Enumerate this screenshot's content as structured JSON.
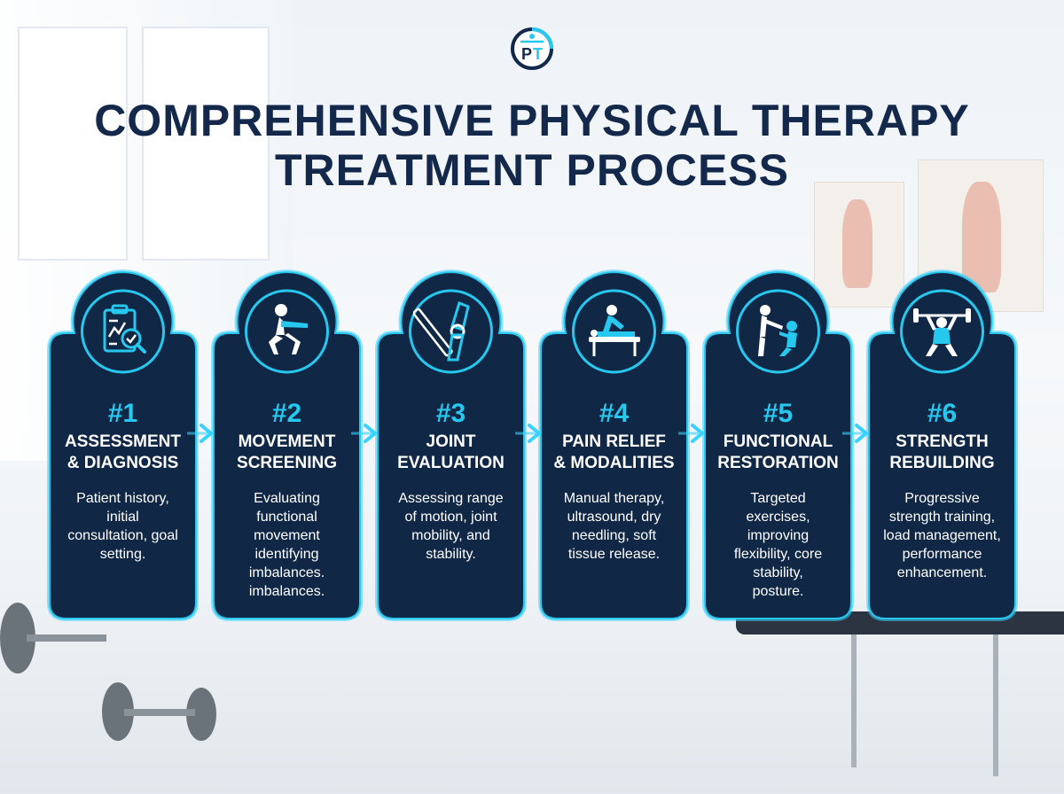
{
  "title": {
    "line1": "COMPREHENSIVE PHYSICAL THERAPY",
    "line2": "TREATMENT PROCESS"
  },
  "logo": {
    "letters": "PT",
    "icon": "pt-logo-icon"
  },
  "colors": {
    "card": "#102845",
    "accent": "#27c8f0",
    "title": "#13284a",
    "glow": "#37d2ff"
  },
  "steps": [
    {
      "number": "#1",
      "title": "ASSESSMENT\n& DIAGNOSIS",
      "description": "Patient history,\ninitial\nconsultation, goal\nsetting.",
      "icon": "clipboard-magnifier-icon"
    },
    {
      "number": "#2",
      "title": "MOVEMENT\nSCREENING",
      "description": "Evaluating\nfunctional\nmovement\nidentifying\nimbalances.\nimbalances.",
      "icon": "squat-icon"
    },
    {
      "number": "#3",
      "title": "JOINT\nEVALUATION",
      "description": "Assessing range\nof motion, joint\nmobility, and\nstability.",
      "icon": "knee-joint-ruler-icon"
    },
    {
      "number": "#4",
      "title": "PAIN RELIEF\n& MODALITIES",
      "description": "Manual therapy,\nultrasound, dry\nneedling, soft\ntissue release.",
      "icon": "massage-table-icon"
    },
    {
      "number": "#5",
      "title": "FUNCTIONAL\nRESTORATION",
      "description": "Targeted\nexercises,\nimproving\nflexibility, core\nstability,\nposture.",
      "icon": "assisted-stretch-icon"
    },
    {
      "number": "#6",
      "title": "STRENGTH\nREBUILDING",
      "description": "Progressive\nstrength training,\nload management,\nperformance\nenhancement.",
      "icon": "weightlifter-icon"
    }
  ]
}
